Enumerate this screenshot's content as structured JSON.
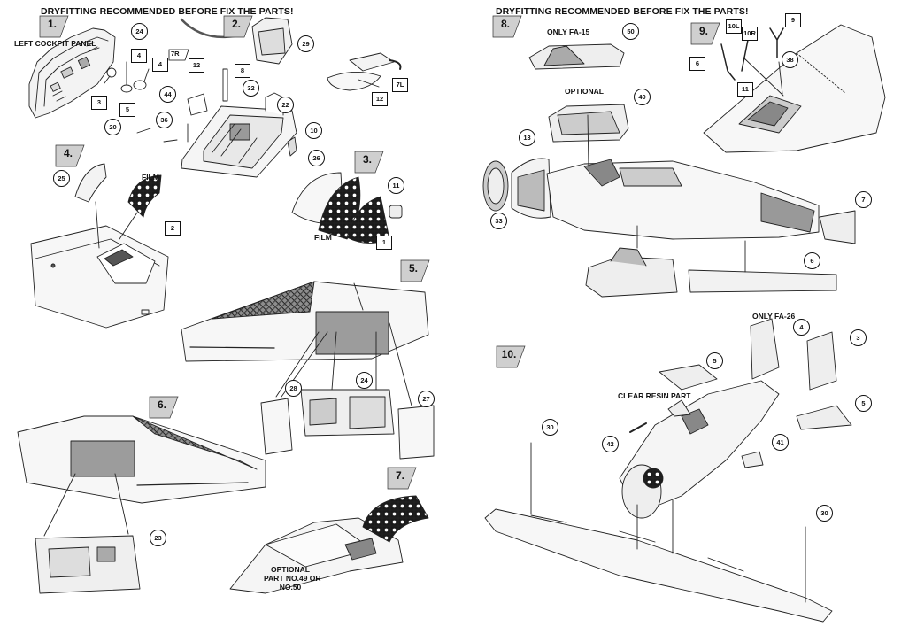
{
  "headers": {
    "left": "DRYFITTING RECOMMENDED BEFORE FIX THE PARTS!",
    "right": "DRYFITTING RECOMMENDED BEFORE FIX THE PARTS!"
  },
  "steps": [
    {
      "id": "s1",
      "label": "1."
    },
    {
      "id": "s2",
      "label": "2."
    },
    {
      "id": "s3",
      "label": "3."
    },
    {
      "id": "s4",
      "label": "4."
    },
    {
      "id": "s5",
      "label": "5."
    },
    {
      "id": "s6",
      "label": "6."
    },
    {
      "id": "s7",
      "label": "7."
    },
    {
      "id": "s8",
      "label": "8."
    },
    {
      "id": "s9",
      "label": "9."
    },
    {
      "id": "s10",
      "label": "10."
    }
  ],
  "labels": {
    "left_cockpit_panel": "LEFT COCKPIT PANEL",
    "film_4": "FILM",
    "film_3": "FILM",
    "optional_7_line1": "OPTIONAL",
    "optional_7_line2": "PART NO.49 OR",
    "optional_7_line3": "NO.50",
    "only_fa15": "ONLY FA-15",
    "optional_8": "OPTIONAL",
    "only_fa26": "ONLY FA-26",
    "clear_resin": "CLEAR RESIN PART"
  },
  "callouts": {
    "c24a": "24",
    "c3a": "3",
    "c4a": "4",
    "c4b": "4",
    "c5a": "5",
    "c29": "29",
    "c8": "8",
    "c32": "32",
    "c44": "44",
    "c22": "22",
    "c36": "36",
    "c20": "20",
    "c10a": "10",
    "c12b": "12",
    "c26": "26",
    "c11a": "11",
    "c1": "1",
    "c25": "25",
    "c2": "2",
    "c28": "28",
    "c24b": "24",
    "c27": "27",
    "c23": "23",
    "c50": "50",
    "c49": "49",
    "c13": "13",
    "c33": "33",
    "c7": "7",
    "c6b": "6",
    "c38": "38",
    "c11b": "11",
    "c6a": "6",
    "c9": "9",
    "c4c": "4",
    "c3b": "3",
    "c5b": "5",
    "c5c": "5",
    "c30a": "30",
    "c42": "42",
    "c41": "41",
    "c30b": "30"
  },
  "flags": {
    "f7r": "7R",
    "f12a": "12",
    "f7l": "7L",
    "f10l": "10L",
    "f10r": "10R"
  }
}
